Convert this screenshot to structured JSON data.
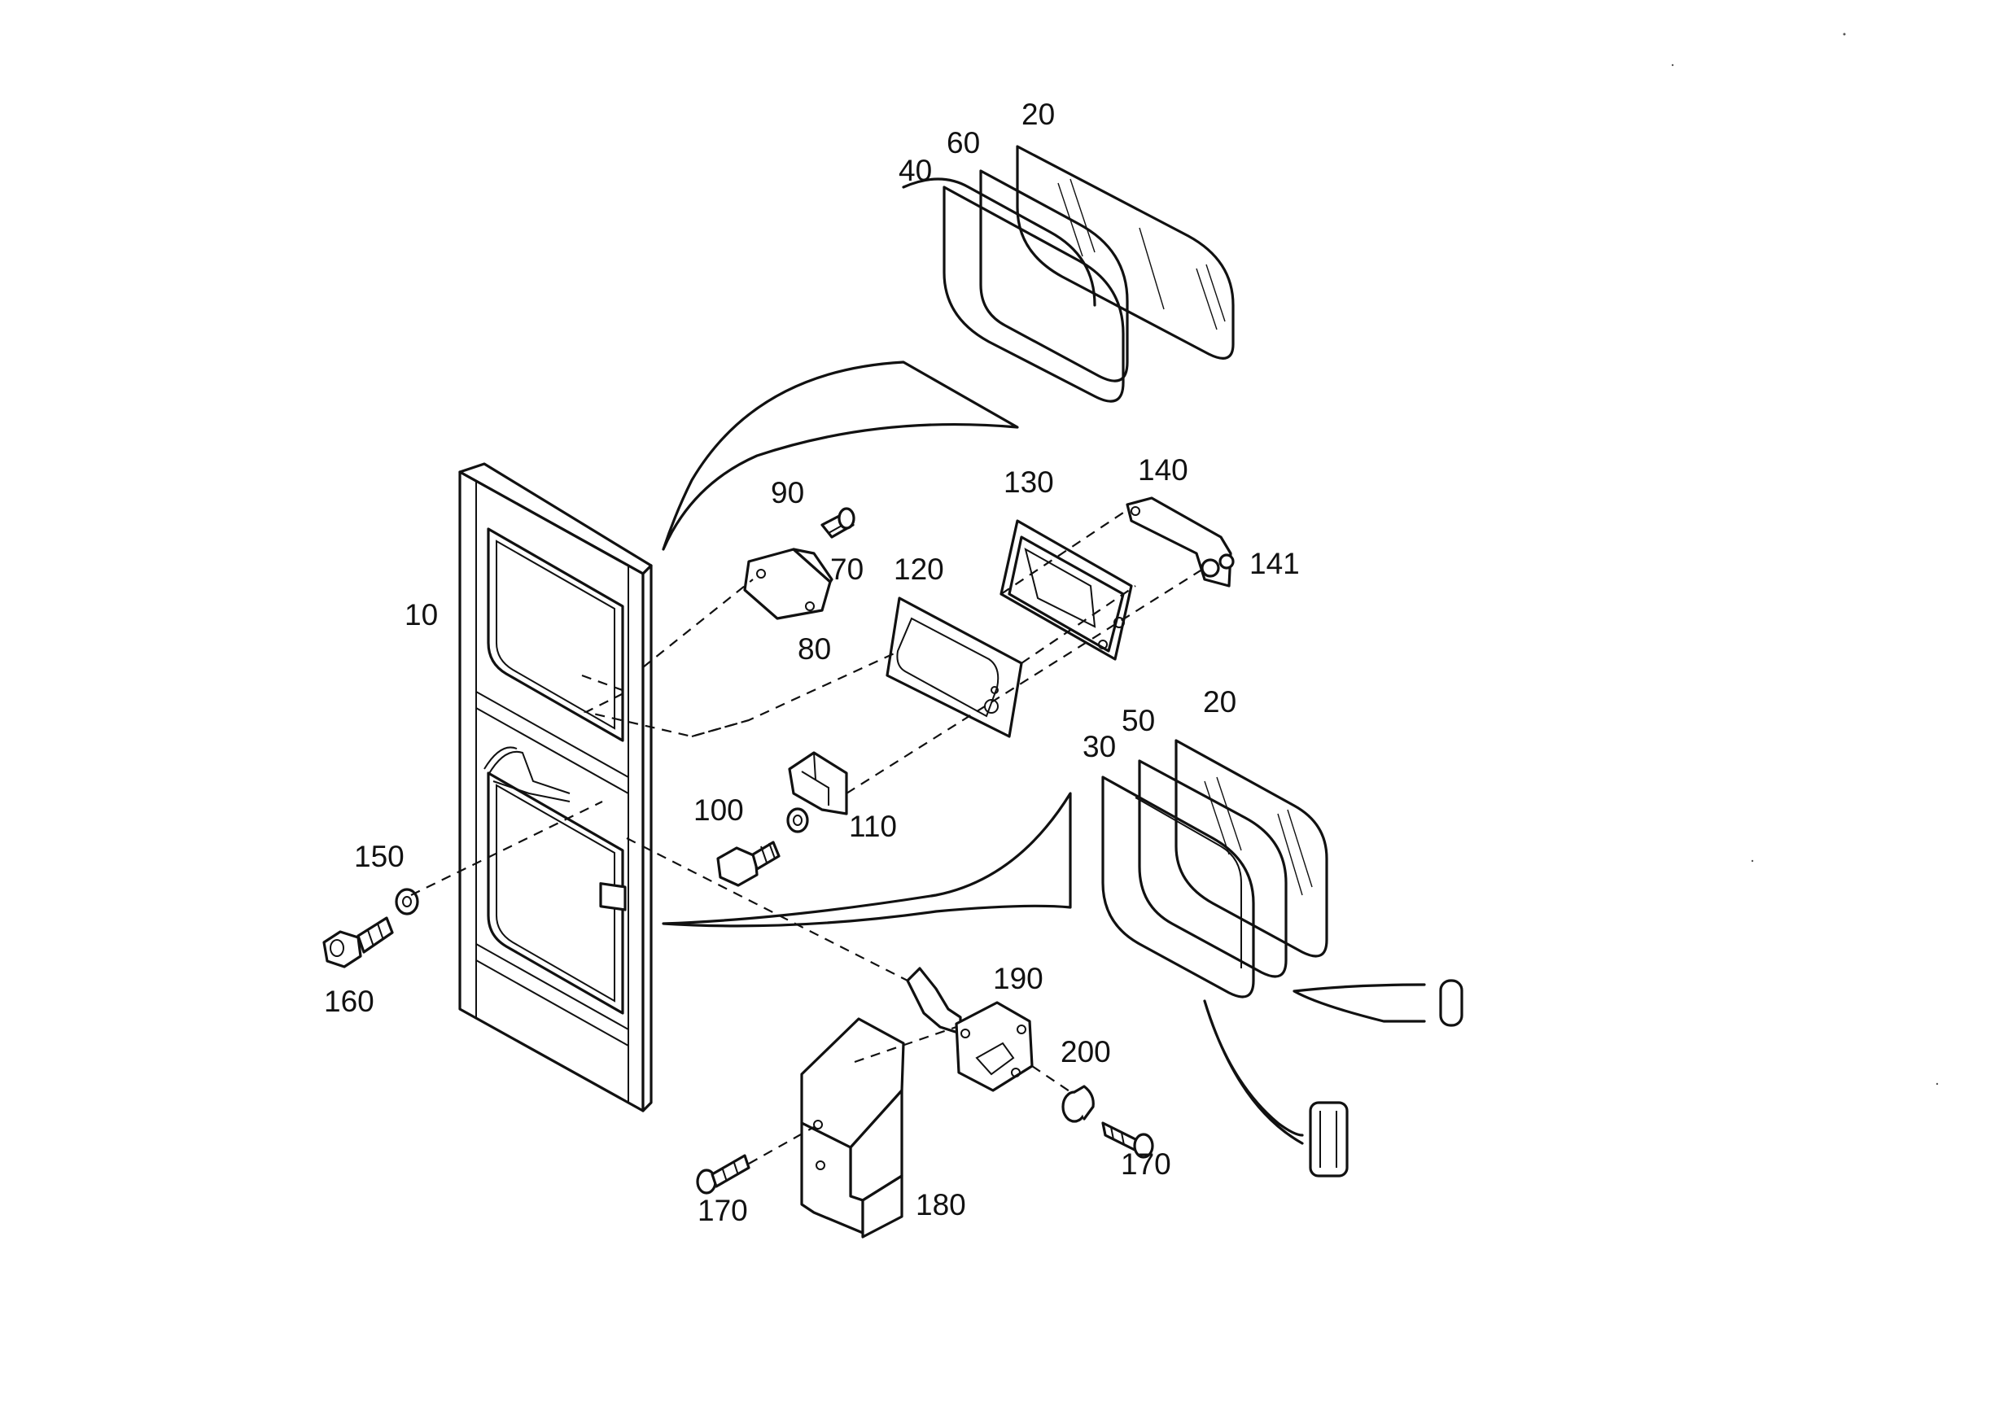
{
  "diagram": {
    "callouts": {
      "c10": "10",
      "c20_top": "20",
      "c40": "40",
      "c60": "60",
      "c20_bottom": "20",
      "c30": "30",
      "c50": "50",
      "c70": "70",
      "c80": "80",
      "c90": "90",
      "c100": "100",
      "c110": "110",
      "c120": "120",
      "c130": "130",
      "c140": "140",
      "c141": "141",
      "c150": "150",
      "c160": "160",
      "c170_left": "170",
      "c170_right": "170",
      "c180": "180",
      "c190": "190",
      "c200": "200"
    }
  }
}
